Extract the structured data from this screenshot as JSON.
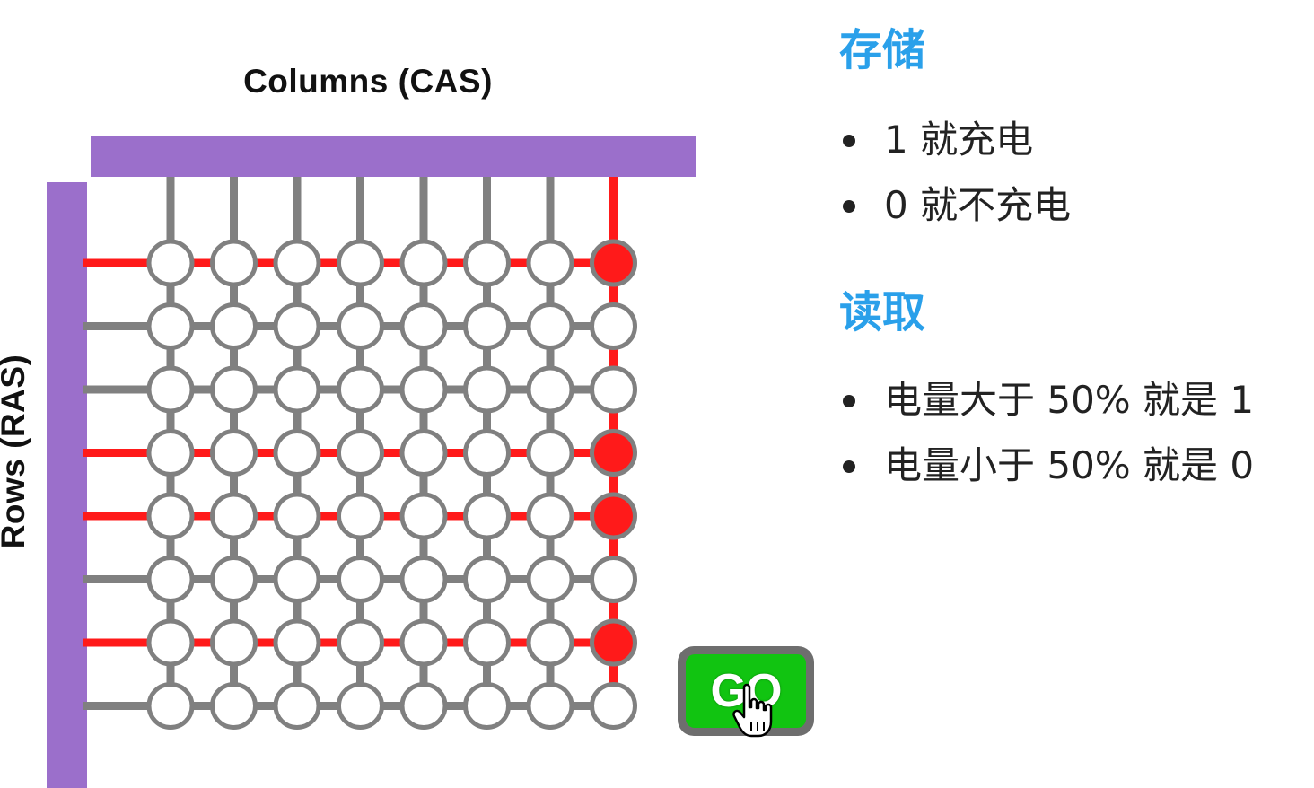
{
  "diagram": {
    "columns_label": "Columns (CAS)",
    "rows_label": "Rows (RAS)",
    "go_label": "GO",
    "rows": 8,
    "cols": 8,
    "active_column": 8,
    "active_rows": [
      1,
      4,
      5,
      7
    ],
    "colors": {
      "bus": "#9b6fcb",
      "wire_idle": "#808080",
      "wire_active": "#ff1a1a",
      "cell_filled": "#ff1a1a",
      "cell_empty": "#ffffff",
      "cell_border": "#808080",
      "go_green": "#11c411"
    },
    "cursor_icon": "hand-pointer-icon"
  },
  "store": {
    "title": "存储",
    "items": [
      "1 就充电",
      "0 就不充电"
    ]
  },
  "read": {
    "title": "读取",
    "items": [
      "电量大于 50% 就是 1",
      "电量小于 50% 就是 0"
    ]
  }
}
